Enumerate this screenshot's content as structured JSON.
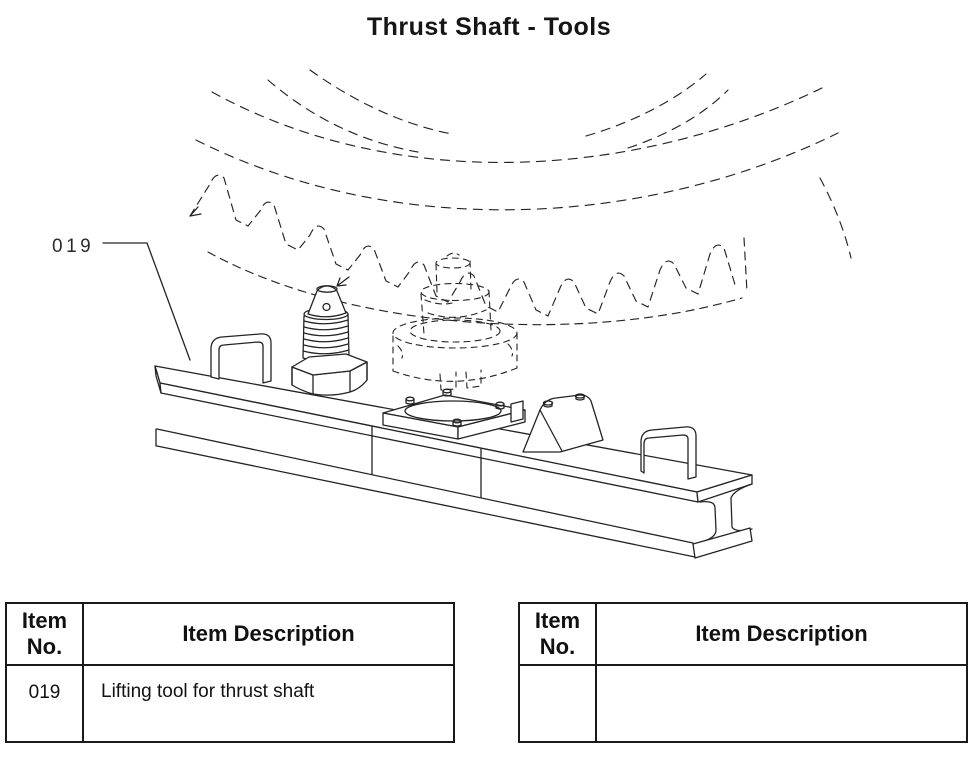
{
  "page": {
    "title": "Thrust Shaft - Tools"
  },
  "figure": {
    "callout_label": "019"
  },
  "tables": {
    "left": {
      "header": {
        "item_no_line1": "Item",
        "item_no_line2": "No.",
        "description": "Item Description"
      },
      "rows": [
        {
          "item_no": "019",
          "description": "Lifting tool for thrust shaft"
        }
      ]
    },
    "right": {
      "header": {
        "item_no_line1": "Item",
        "item_no_line2": "No.",
        "description": "Item Description"
      },
      "rows": [
        {
          "item_no": "",
          "description": ""
        }
      ]
    }
  }
}
